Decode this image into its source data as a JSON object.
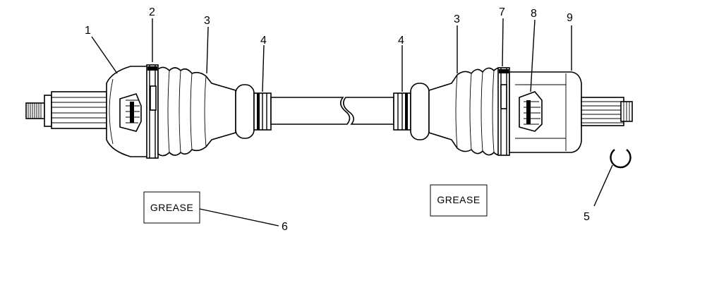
{
  "callouts": {
    "c1": "1",
    "c2": "2",
    "c3a": "3",
    "c3b": "3",
    "c4a": "4",
    "c4b": "4",
    "c5": "5",
    "c6": "6",
    "c7": "7",
    "c8": "8",
    "c9": "9"
  },
  "labels": {
    "grease_left": "GREASE",
    "grease_right": "GREASE"
  }
}
